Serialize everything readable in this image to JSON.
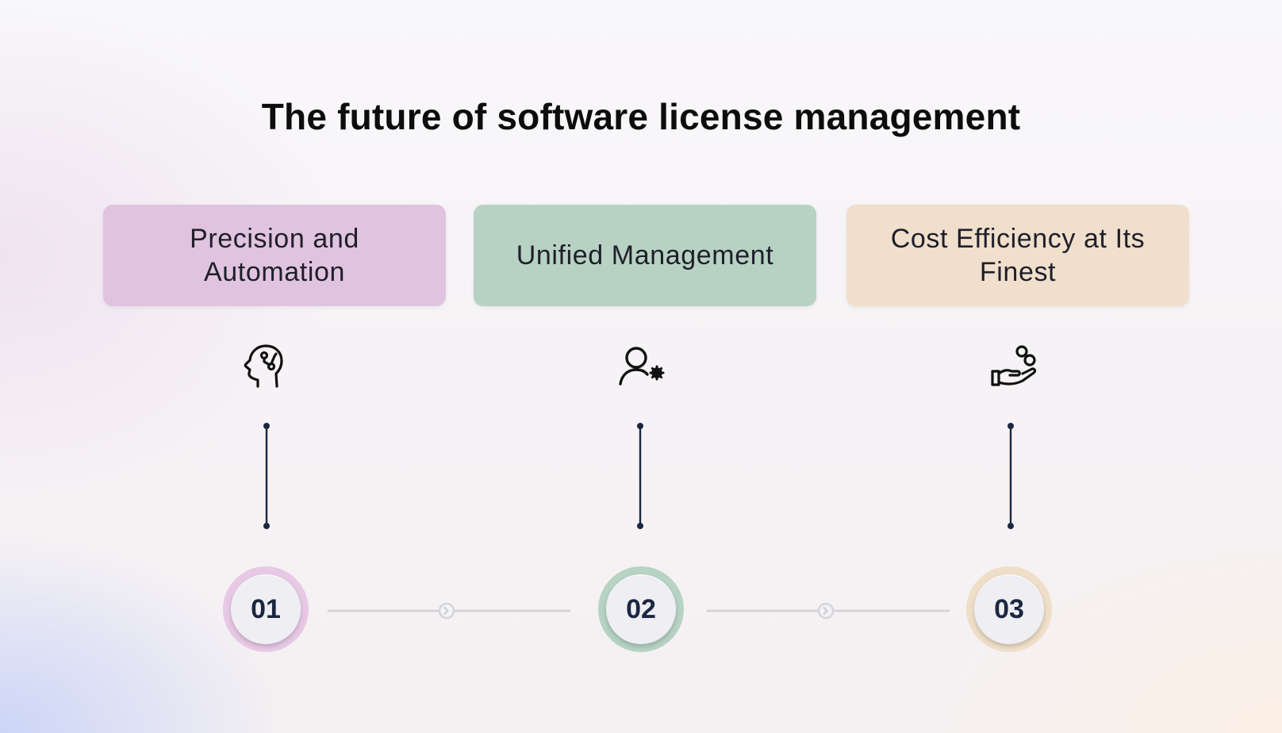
{
  "title": "The future of software license management",
  "steps": [
    {
      "label": "Precision and Automation",
      "number": "01",
      "icon": "ai-head-icon",
      "color": "#e0c4df"
    },
    {
      "label": "Unified Management",
      "number": "02",
      "icon": "user-gear-icon",
      "color": "#b7d2c3"
    },
    {
      "label": "Cost Efficiency at Its Finest",
      "number": "03",
      "icon": "hand-coins-icon",
      "color": "#efdfcc"
    }
  ]
}
